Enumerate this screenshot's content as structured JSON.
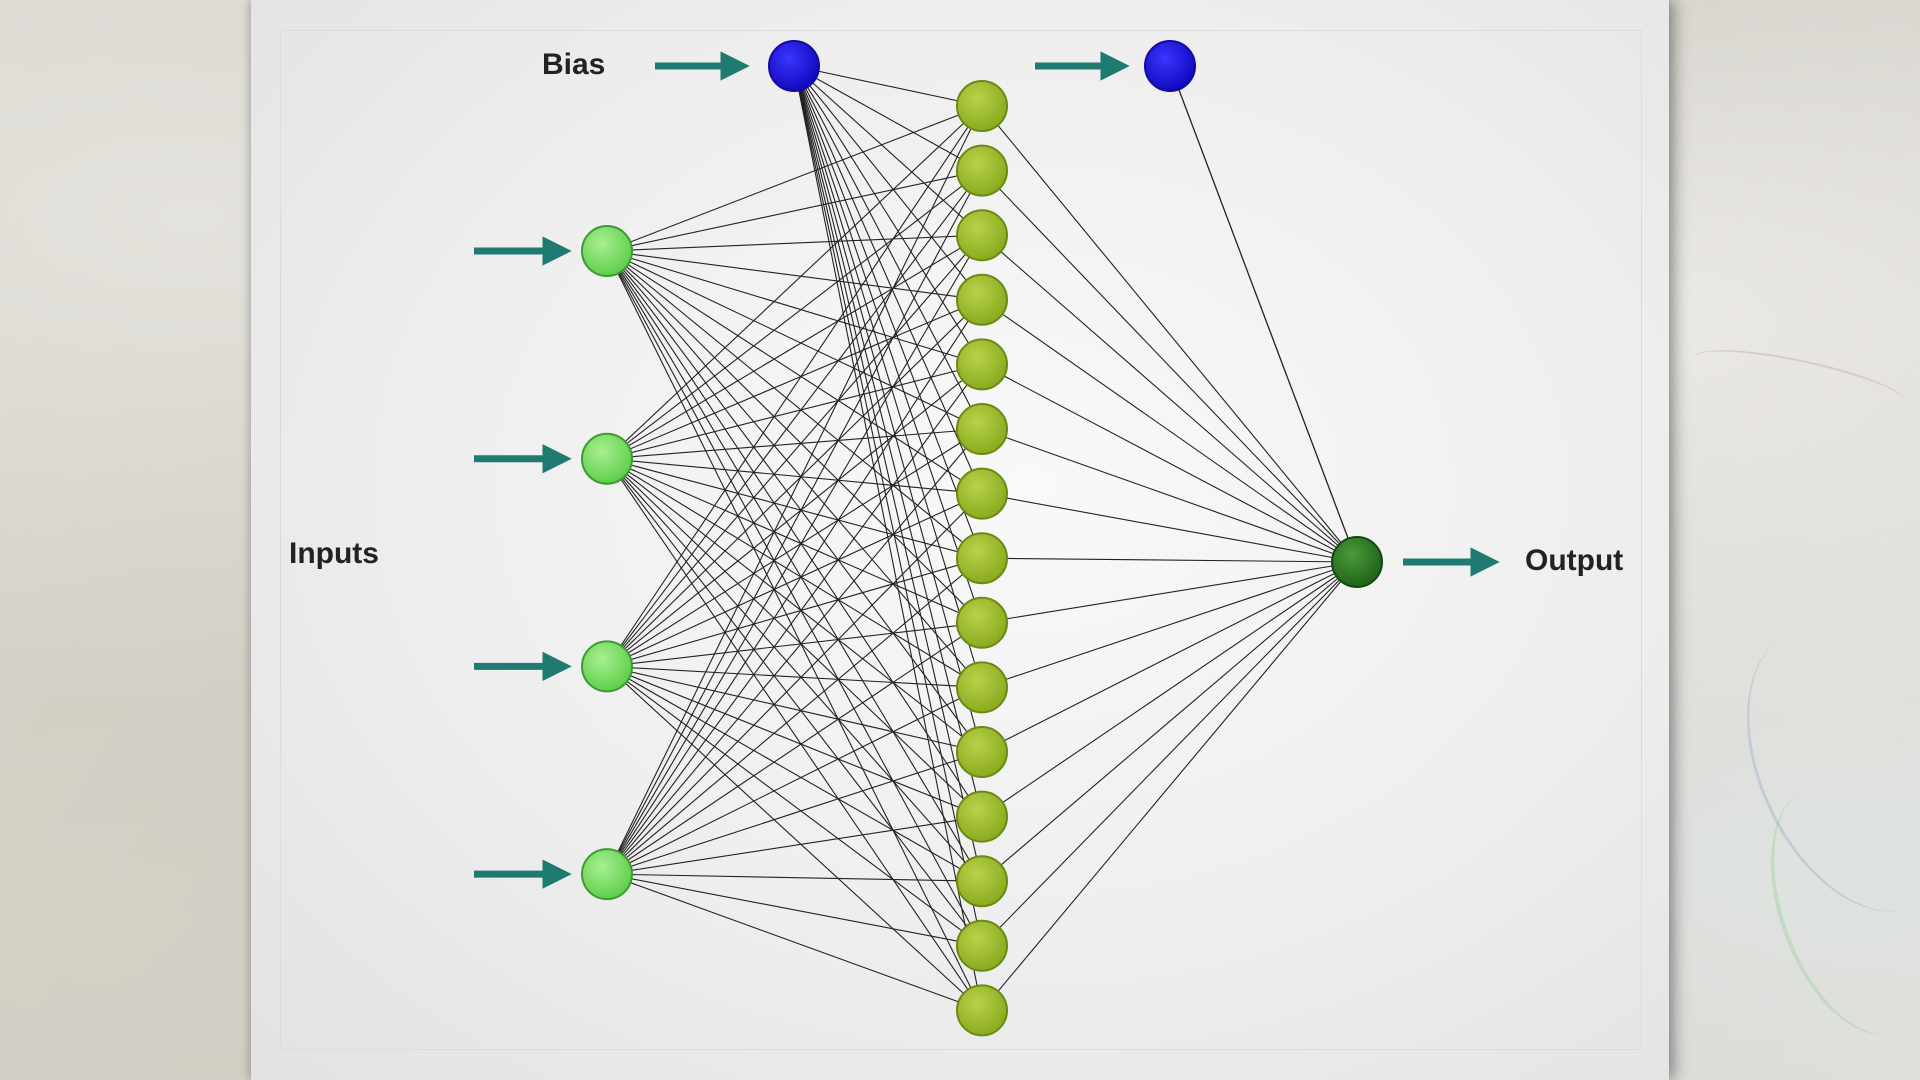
{
  "labels": {
    "bias": "Bias",
    "inputs": "Inputs",
    "output": "Output"
  },
  "layers": {
    "input_count": 4,
    "hidden_count": 15,
    "output_count": 1,
    "bias_count": 2
  },
  "colors": {
    "bias_node": "#1a14d6",
    "input_node": "#7fe06a",
    "hidden_node": "#9dbb30",
    "output_node": "#2e7a22",
    "arrow": "#1f7a72",
    "edge": "#222222"
  }
}
